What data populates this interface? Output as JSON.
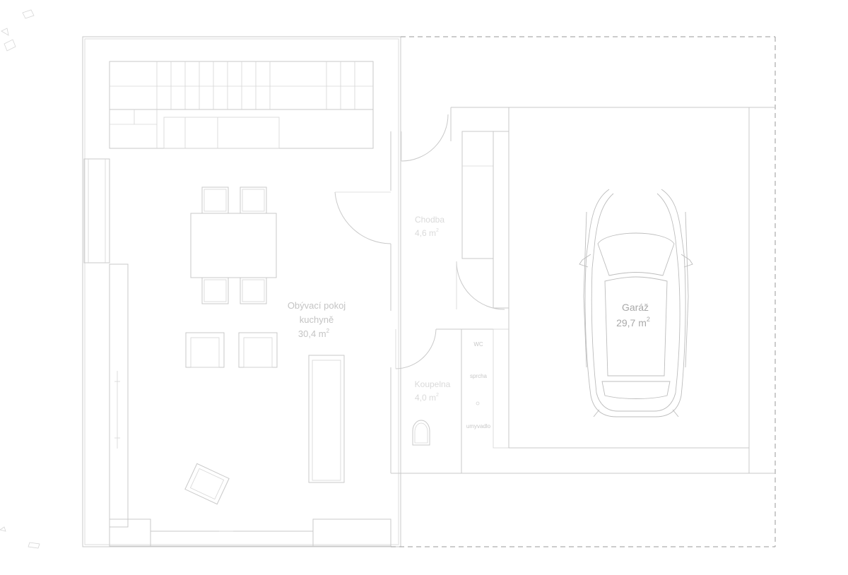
{
  "rooms": {
    "living": {
      "line1": "Obývací pokoj",
      "line2": "kuchyně",
      "area": "30,4 m",
      "sup": "2"
    },
    "hall": {
      "line1": "Chodba",
      "area": "4,6 m",
      "sup": "2"
    },
    "wc": {
      "line1": "Koupelna",
      "area": "4,0 m",
      "sup": "2"
    },
    "garage": {
      "line1": "Garáž",
      "area": "29,7 m",
      "sup": "2"
    }
  },
  "wc_fixtures": [
    "WC",
    "sprcha",
    "umyvadlo"
  ],
  "colors": {
    "lines": "#c9c9c9",
    "dashed_boundary": "#9a9a9a",
    "car": "#bdbdbd",
    "background": "#ffffff"
  }
}
